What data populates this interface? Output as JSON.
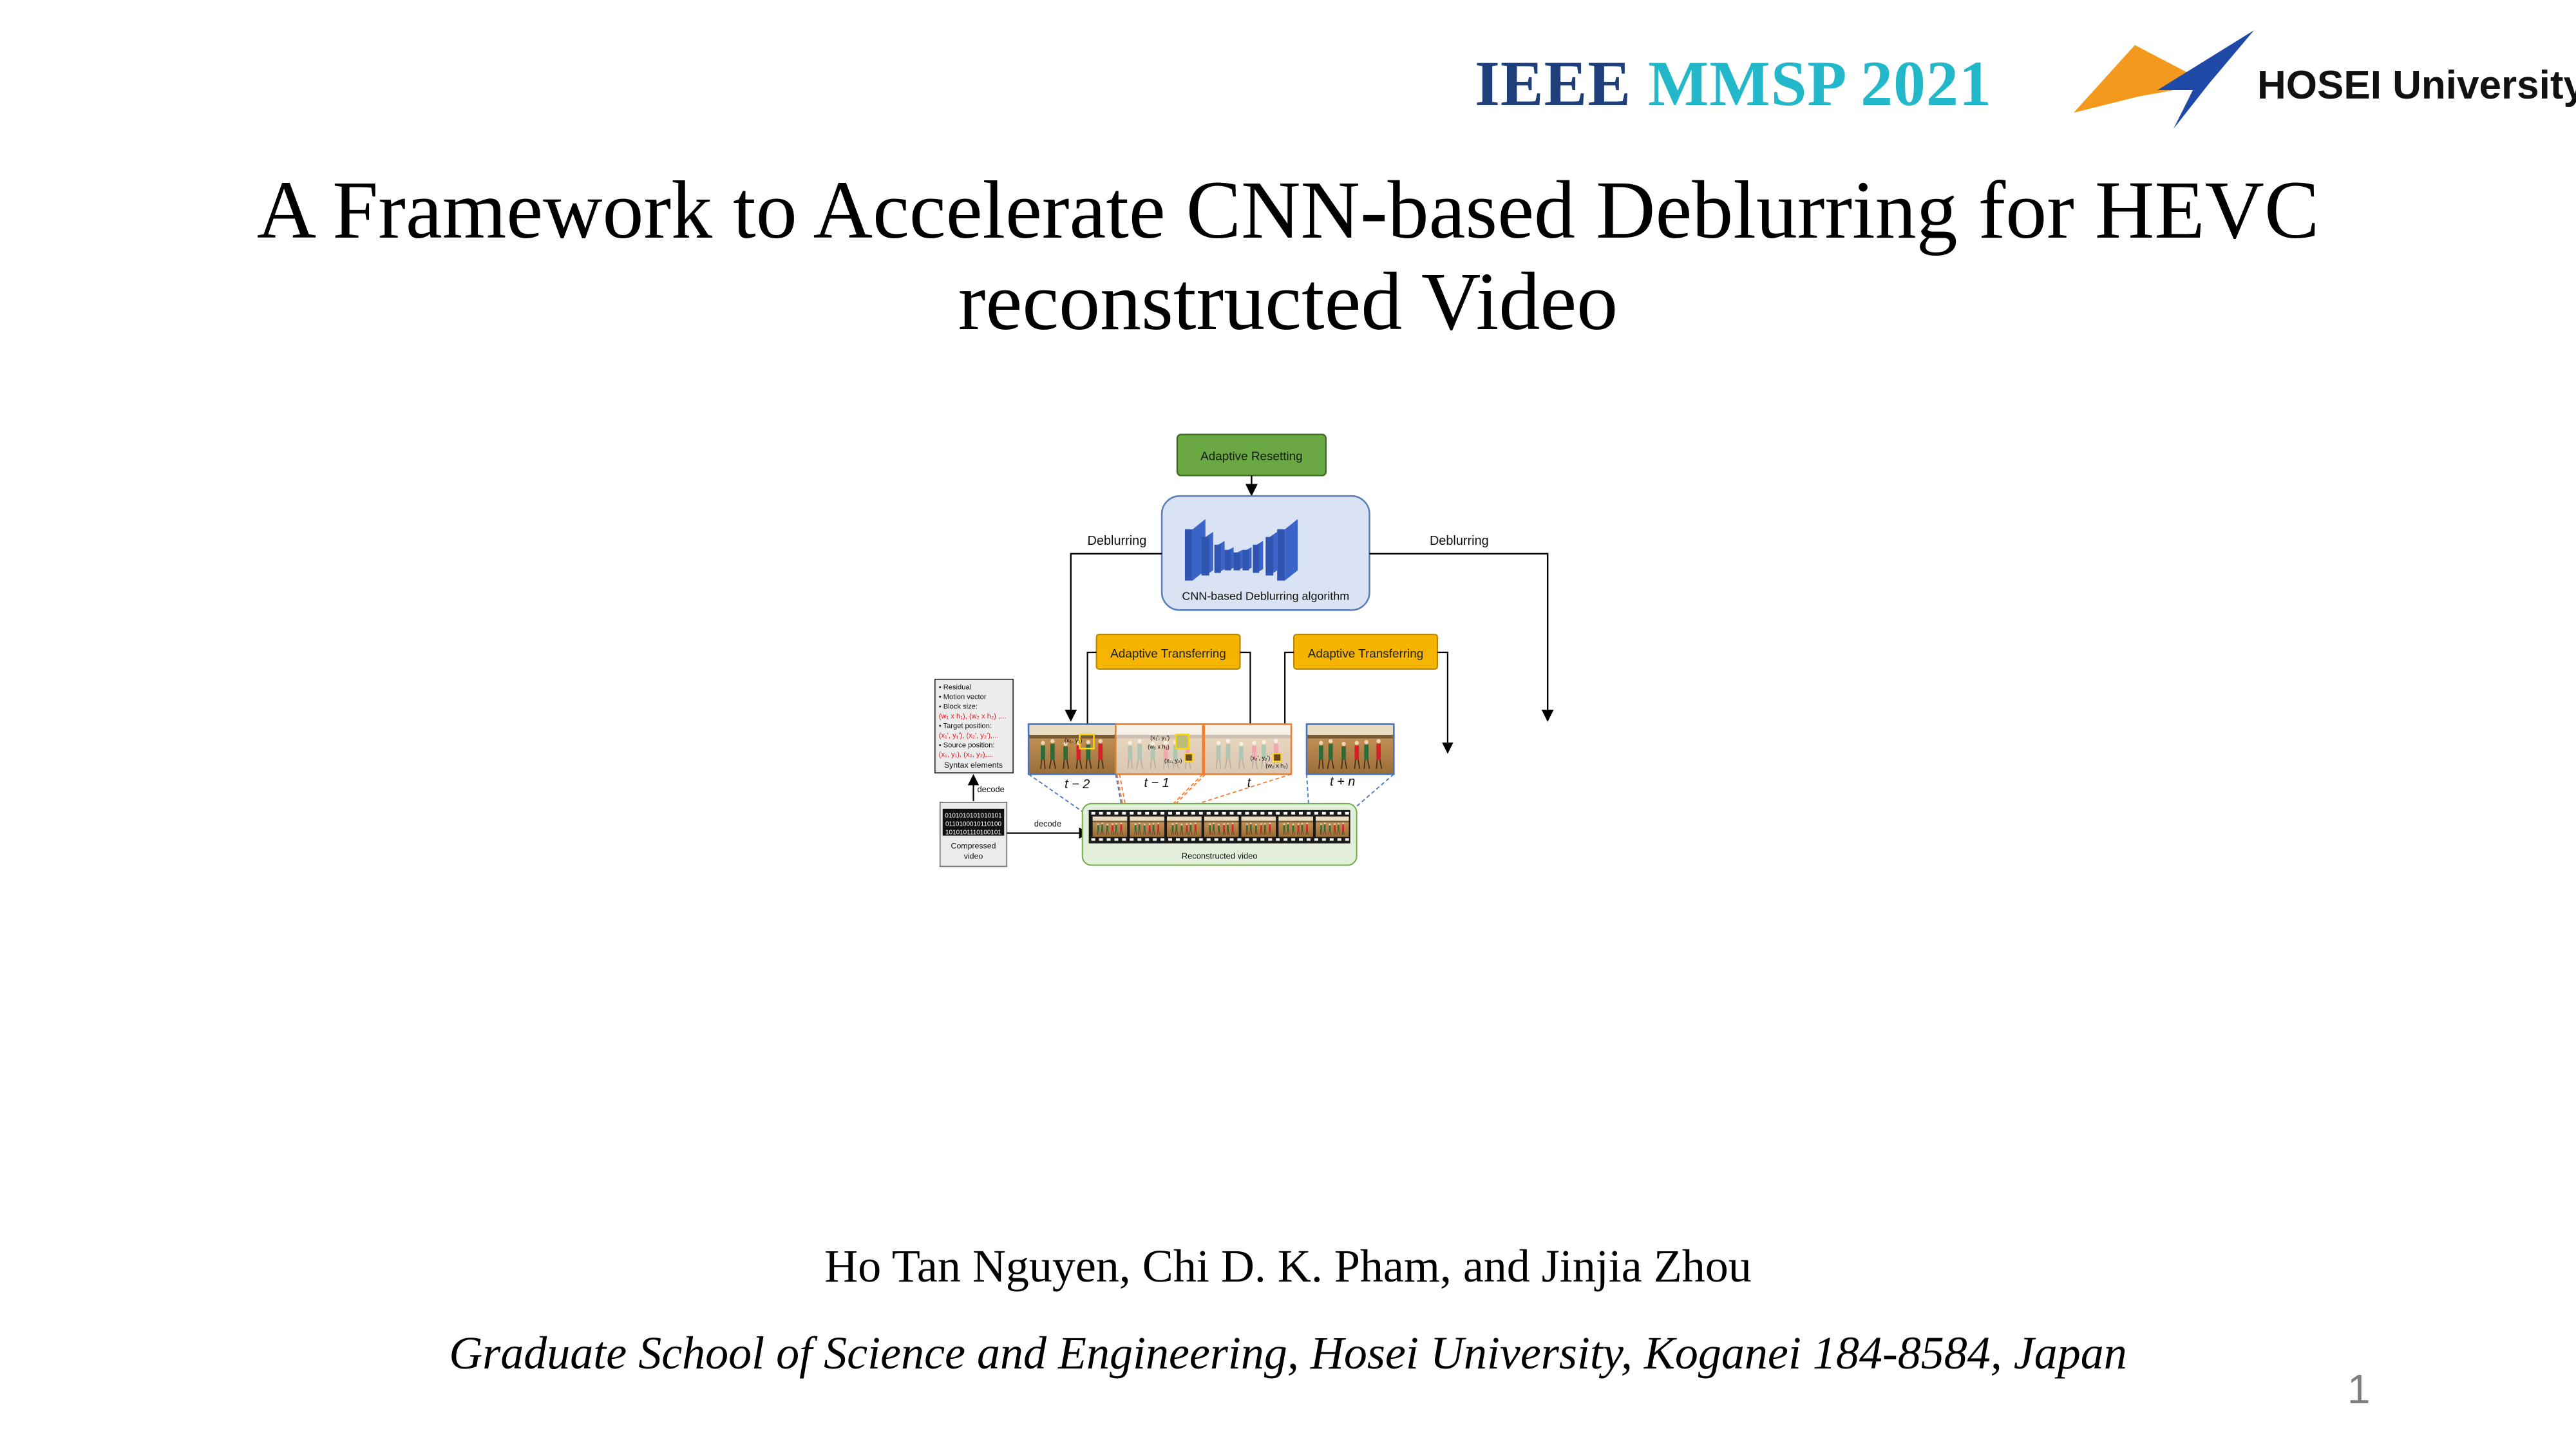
{
  "header": {
    "conference_ieee": "IEEE",
    "conference_rest": "MMSP 2021",
    "university": "HOSEI University",
    "colors": {
      "ieee": "#1f3f7a",
      "mmsp": "#22b8c9",
      "logo_orange": "#f39a1e",
      "logo_blue": "#1f49a6"
    }
  },
  "title_line1": "A Framework to Accelerate CNN-based Deblurring for HEVC",
  "title_line2": "reconstructed Video",
  "diagram": {
    "adaptive_resetting": "Adaptive Resetting",
    "cnn_label": "CNN-based Deblurring algorithm",
    "deblurring_left": "Deblurring",
    "deblurring_right": "Deblurring",
    "adaptive_transferring_1": "Adaptive Transferring",
    "adaptive_transferring_2": "Adaptive Transferring",
    "syntax": {
      "items": [
        "• Residual",
        "• Motion vector",
        "• Block size:"
      ],
      "block_sizes": "(w₁ x h₁), (w₂ x h₂) ,...",
      "target_label": "• Target position:",
      "target_values": "(x₁', y₁'), (x₂', y₂'),...",
      "source_label": "• Source position:",
      "source_values": "(x₁, y₁), (x₂, y₂),...",
      "caption": "Syntax elements"
    },
    "decode_vertical": "decode",
    "decode_horizontal": "decode",
    "bits": [
      "0101010101010101",
      "0110100010110100",
      "1010101110100101"
    ],
    "compressed_line1": "Compressed",
    "compressed_line2": "video",
    "reconstructed": "Reconstructed video",
    "frame_labels": [
      "t − 2",
      "t − 1",
      "t",
      "t + n"
    ],
    "annotations": {
      "f1_xy": "(x₁, y₁)",
      "f2_xy1p": "(x₁', y₁')",
      "f2_wh1": "(w₁ x h₁)",
      "f2_xy2": "(x₂, y₂)",
      "f3_xy2p": "(x₂', y₂')",
      "f3_wh2": "(w₂ x h₂)"
    },
    "colors": {
      "green": "#6aa843",
      "gold": "#f5b400",
      "cnn_bg": "#dae3f3",
      "cnn_border": "#5b7fb8",
      "recon_bg": "#e2efda",
      "red_text": "#e8141c",
      "blue_frame": "#4472c4",
      "orange_frame": "#ed7d31"
    }
  },
  "authors": "Ho Tan Nguyen, Chi D. K. Pham, and Jinjia Zhou",
  "affiliation": "Graduate School of Science and Engineering, Hosei University, Koganei 184-8584, Japan",
  "page_number": "1"
}
